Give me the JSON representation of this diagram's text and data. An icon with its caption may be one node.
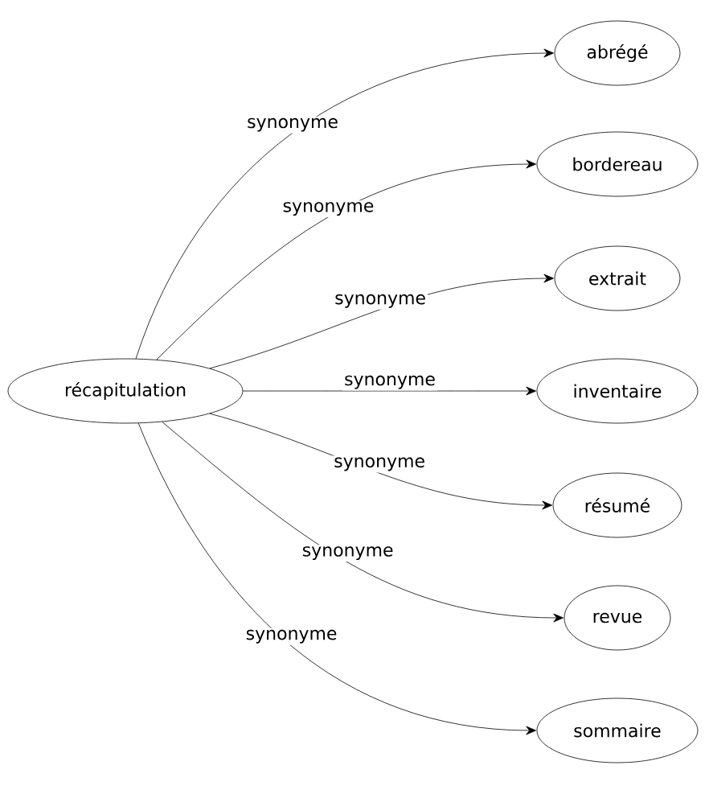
{
  "diagram": {
    "nodes": [
      {
        "text": [
          "récapitulation"
        ]
      },
      {
        "text": [
          "abrégé"
        ]
      },
      {
        "text": [
          "bordereau"
        ]
      },
      {
        "text": [
          "extrait"
        ]
      },
      {
        "text": [
          "inventaire"
        ]
      },
      {
        "text": [
          "résumé"
        ]
      },
      {
        "text": [
          "revue"
        ]
      },
      {
        "text": [
          "sommaire"
        ]
      }
    ],
    "edges": [
      {
        "from": 0,
        "to": 1,
        "arrow": "to",
        "label": "synonyme"
      },
      {
        "from": 0,
        "to": 2,
        "arrow": "to",
        "label": "synonyme"
      },
      {
        "from": 0,
        "to": 3,
        "arrow": "to",
        "label": "synonyme"
      },
      {
        "from": 0,
        "to": 4,
        "arrow": "to",
        "label": "synonyme"
      },
      {
        "from": 0,
        "to": 5,
        "arrow": "to",
        "label": "synonyme"
      },
      {
        "from": 0,
        "to": 6,
        "arrow": "to",
        "label": "synonyme"
      },
      {
        "from": 0,
        "to": 7,
        "arrow": "to",
        "label": "synonyme"
      }
    ]
  }
}
